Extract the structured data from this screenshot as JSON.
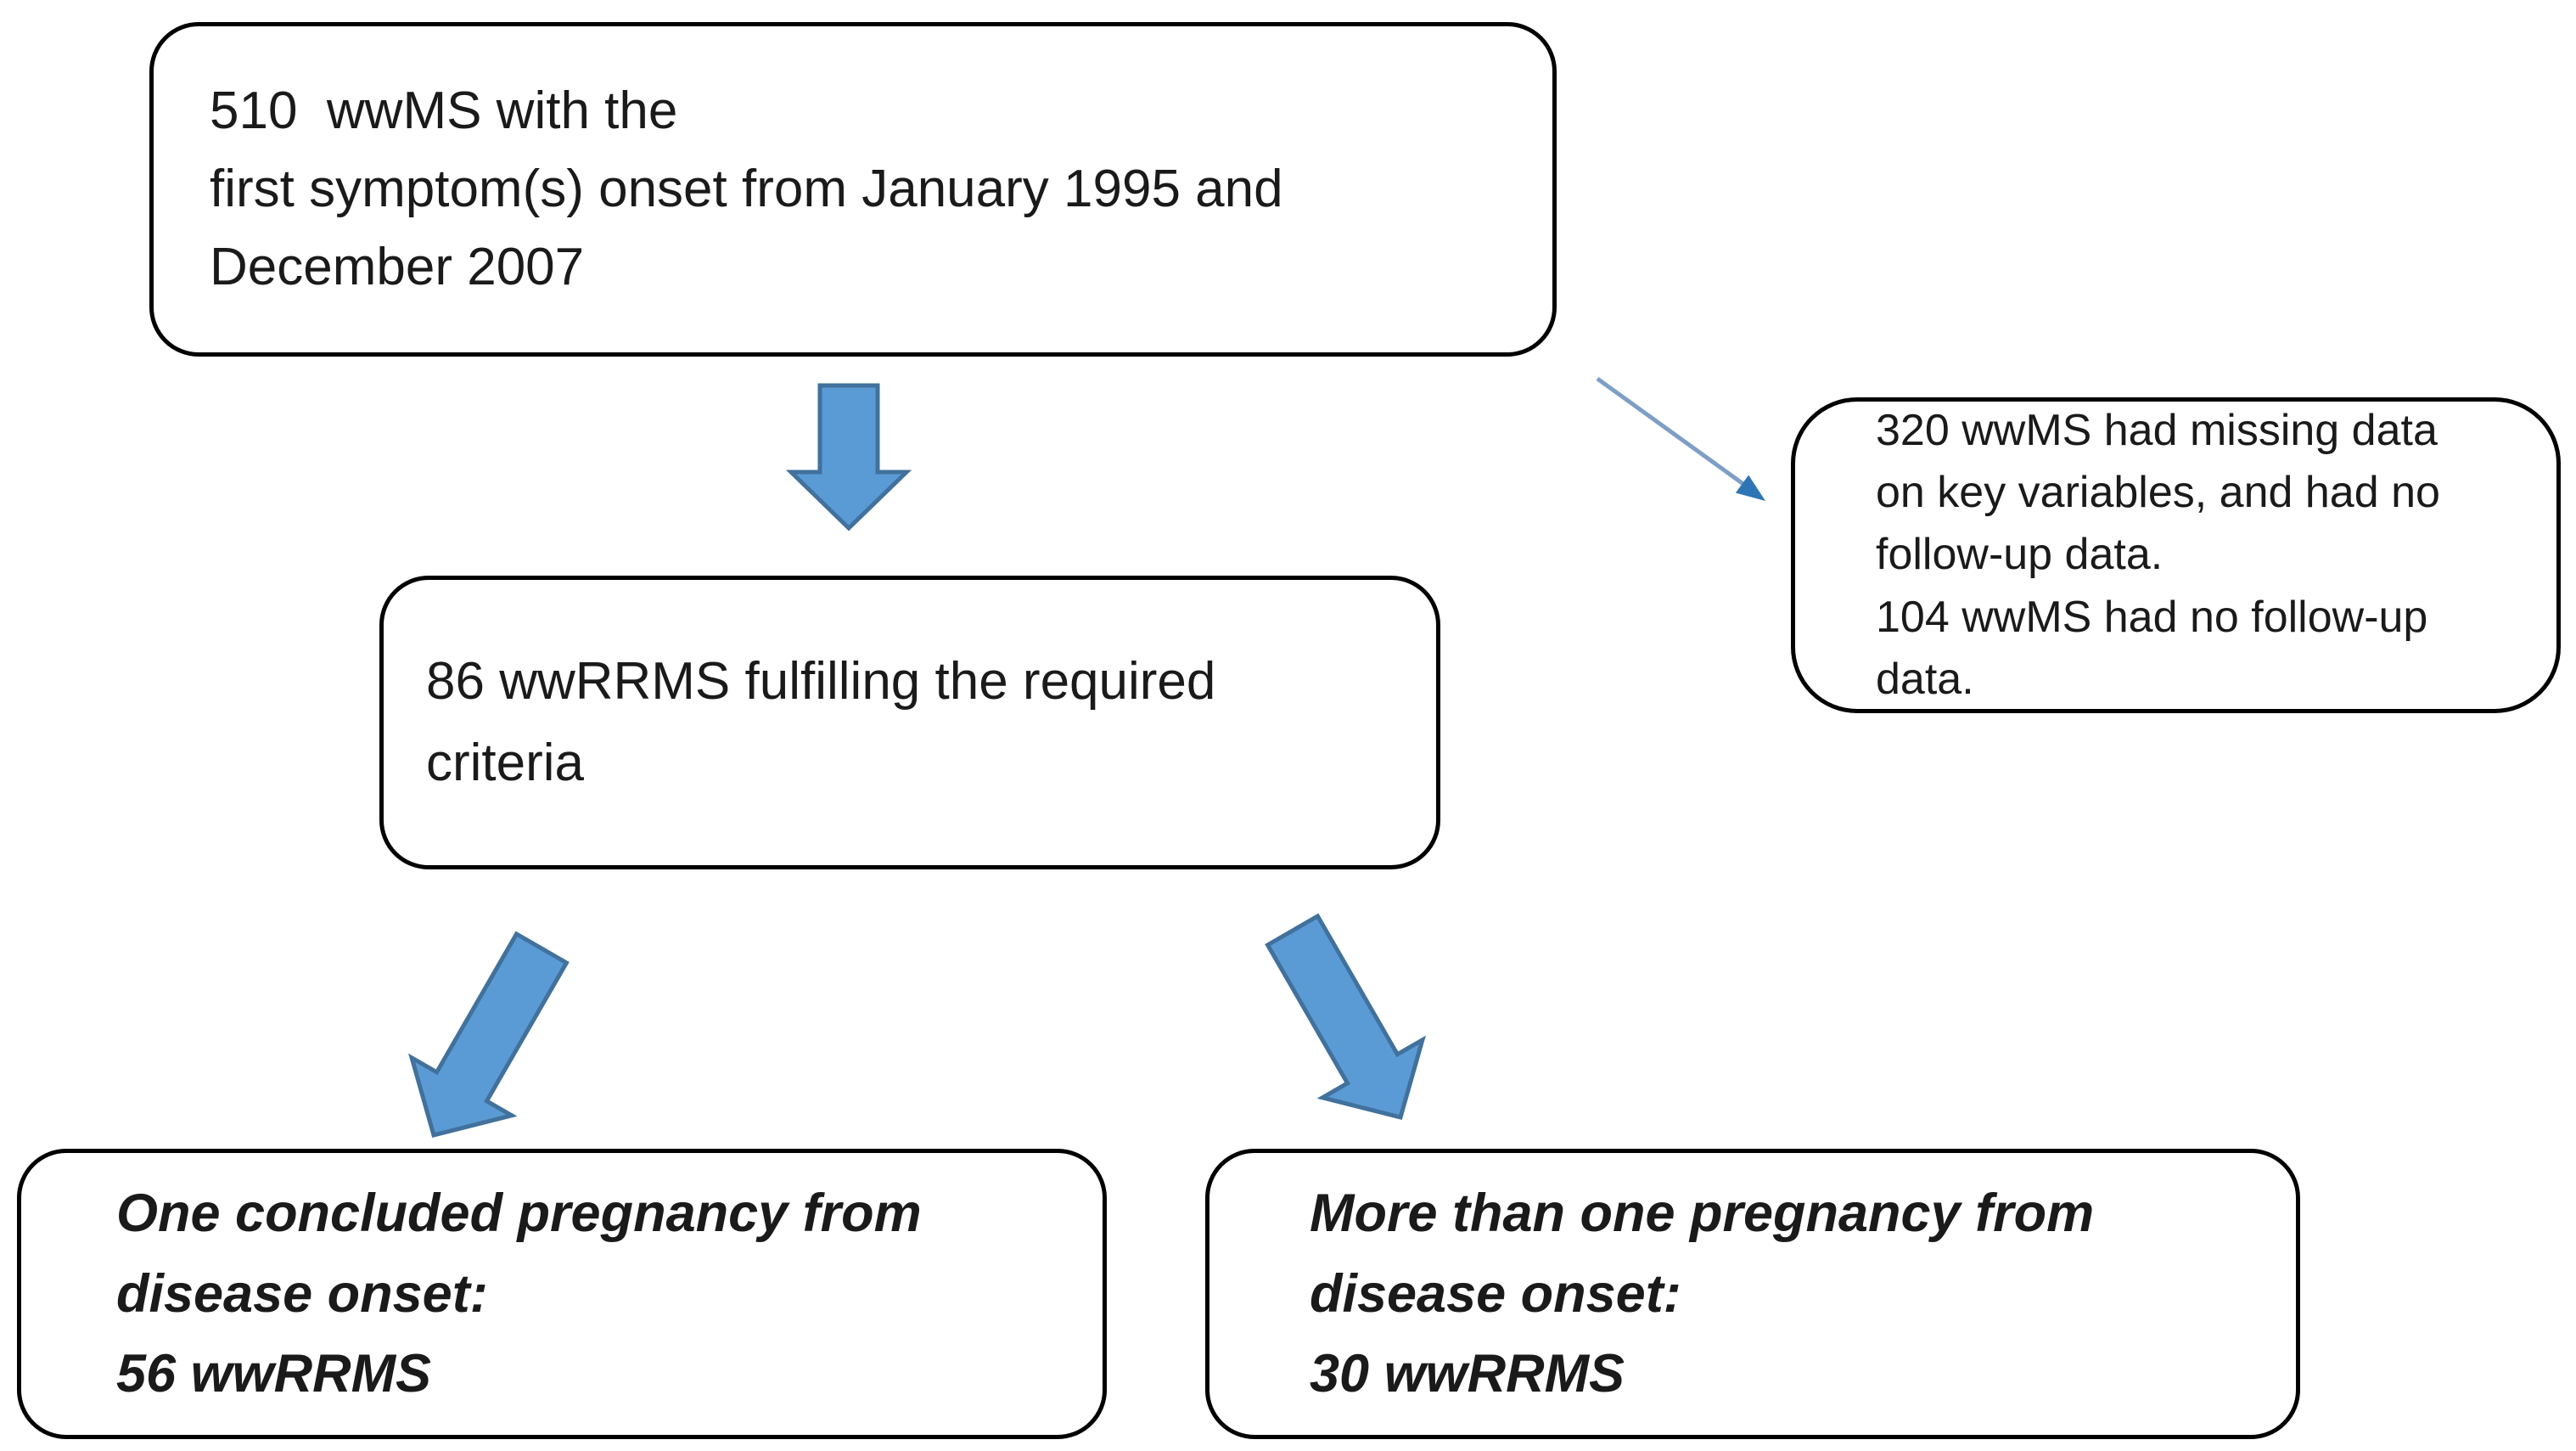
{
  "flowchart": {
    "nodes": [
      {
        "id": "total-cohort",
        "text": "510  wwMS with the\nfirst symptom(s) onset from January 1995 and\nDecember 2007"
      },
      {
        "id": "excluded",
        "text": "320 wwMS had missing data\non key variables, and had no\nfollow-up data.\n104 wwMS had no follow-up\ndata."
      },
      {
        "id": "eligible",
        "text": "86 wwRRMS fulfilling the required\ncriteria"
      },
      {
        "id": "one-pregnancy",
        "text": "One concluded pregnancy from\ndisease onset:\n56 wwRRMS"
      },
      {
        "id": "multiple-pregnancies",
        "text": "More than one pregnancy from\ndisease onset:\n30 wwRRMS"
      }
    ],
    "edges": [
      {
        "from": "total-cohort",
        "to": "eligible",
        "style": "block-arrow-down"
      },
      {
        "from": "total-cohort",
        "to": "excluded",
        "style": "thin-arrow-diagonal"
      },
      {
        "from": "eligible",
        "to": "one-pregnancy",
        "style": "block-arrow-down-left"
      },
      {
        "from": "eligible",
        "to": "multiple-pregnancies",
        "style": "block-arrow-down-right"
      }
    ]
  },
  "colors": {
    "page_background": "#ffffff",
    "box_background": "#ffffff",
    "box_border": "#000000",
    "text": "#1a1a1a",
    "arrow_fill": "#5b9bd5",
    "arrow_stroke": "#41719c",
    "thin_arrow_line": "#7e9fc5",
    "thin_arrow_head": "#2e75b6"
  }
}
